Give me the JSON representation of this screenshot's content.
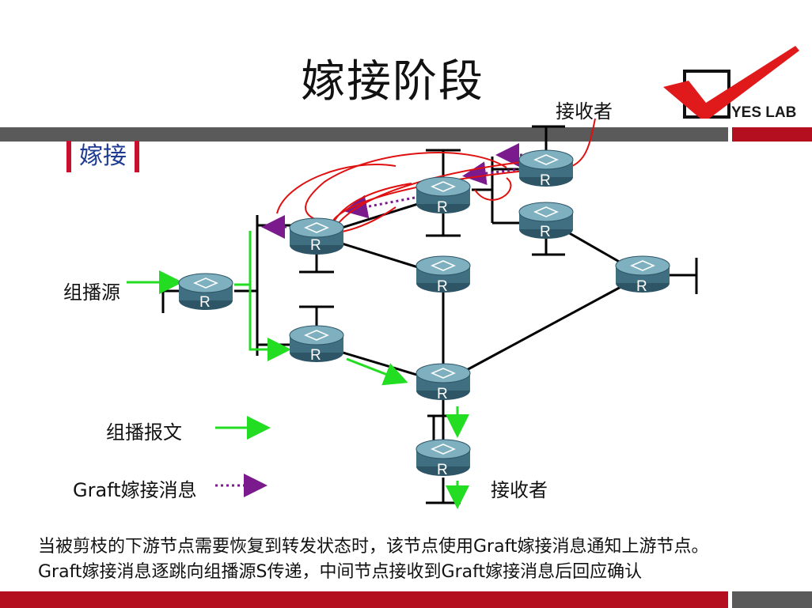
{
  "slide": {
    "title": "嫁接阶段",
    "section_label": "嫁接",
    "logo_text": "YES LAB"
  },
  "diagram": {
    "router_label": "R",
    "source_label": "组播源",
    "receiver_top_label": "接收者",
    "receiver_bottom_label": "接收者",
    "legend": {
      "multicast_label": "组播报文",
      "graft_label": "Graft嫁接消息"
    }
  },
  "description": {
    "line1": "当被剪枝的下游节点需要恢复到转发状态时，该节点使用Graft嫁接消息通知上游节点。",
    "line2": "Graft嫁接消息逐跳向组播源S传递，中间节点接收到Graft嫁接消息后回应确认"
  },
  "colors": {
    "accent_red": "#b30f1f",
    "bar_gray": "#5a5a5a",
    "multicast_green": "#22dd22",
    "graft_purple": "#7a1a8c",
    "annotation_red": "#e01010",
    "router_body": "#3f6f80"
  }
}
